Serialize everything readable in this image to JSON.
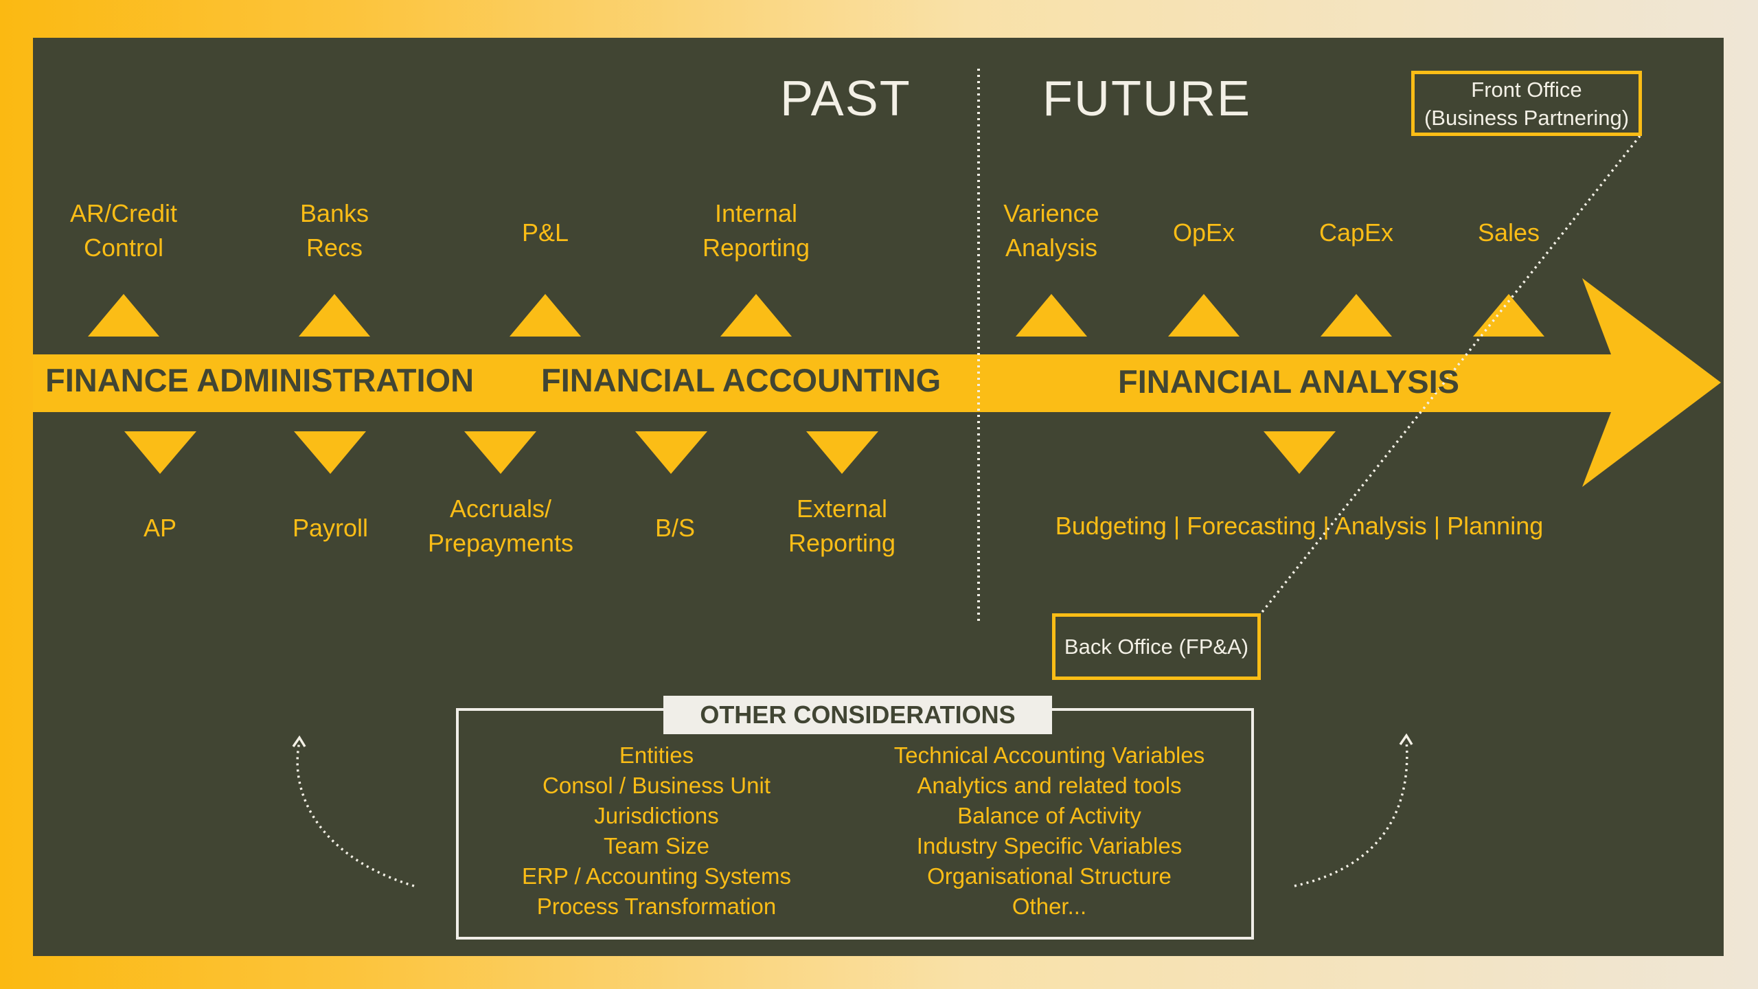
{
  "headings": {
    "past": "PAST",
    "future": "FUTURE"
  },
  "bands": {
    "admin": "FINANCE ADMINISTRATION",
    "accounting": "FINANCIAL ACCOUNTING",
    "analysis": "FINANCIAL ANALYSIS"
  },
  "top_labels": {
    "ar_credit": [
      "AR/Credit",
      "Control"
    ],
    "banks_recs": [
      "Banks",
      "Recs"
    ],
    "pl": [
      "P&L"
    ],
    "internal_reporting": [
      "Internal",
      "Reporting"
    ],
    "varience_analysis": [
      "Varience",
      "Analysis"
    ],
    "opex": [
      "OpEx"
    ],
    "capex": [
      "CapEx"
    ],
    "sales": [
      "Sales"
    ]
  },
  "bottom_labels": {
    "ap": [
      "AP"
    ],
    "payroll": [
      "Payroll"
    ],
    "accruals": [
      "Accruals/",
      "Prepayments"
    ],
    "bs": [
      "B/S"
    ],
    "external_reporting": [
      "External",
      "Reporting"
    ],
    "budgeting": [
      "Budgeting | Forecasting | Analysis | Planning"
    ]
  },
  "boxes": {
    "front_office": [
      "Front Office",
      "(Business Partnering)"
    ],
    "back_office": [
      "Back Office (FP&A)"
    ]
  },
  "considerations": {
    "title": "OTHER CONSIDERATIONS",
    "left": [
      "Entities",
      "Consol / Business Unit",
      "Jurisdictions",
      "Team Size",
      "ERP / Accounting Systems",
      "Process Transformation"
    ],
    "right": [
      "Technical Accounting Variables",
      "Analytics and related tools",
      "Balance of Activity",
      "Industry Specific Variables",
      "Organisational Structure",
      "Other..."
    ]
  },
  "colors": {
    "background_panel": "#414533",
    "accent_yellow": "#fbbd16",
    "light_text": "#f3f0e6"
  }
}
